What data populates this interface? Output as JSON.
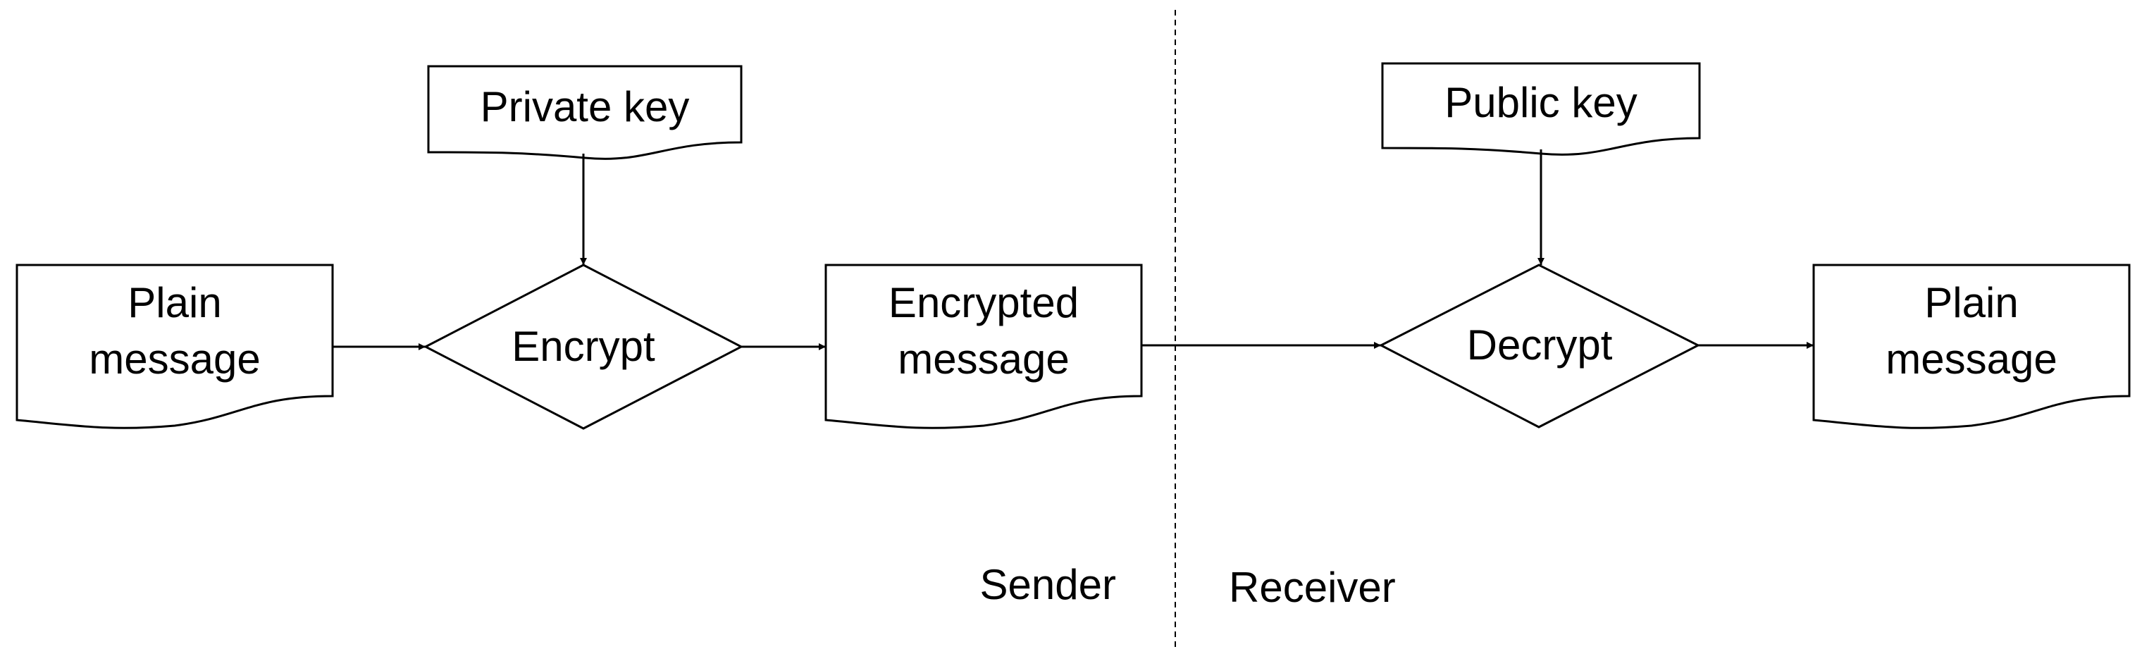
{
  "diagram": {
    "sender_side": {
      "private_key": "Private key",
      "plain_message": [
        "Plain",
        "message"
      ],
      "encrypt": "Encrypt",
      "encrypted_message": [
        "Encrypted",
        "message"
      ],
      "label": "Sender"
    },
    "receiver_side": {
      "public_key": "Public key",
      "decrypt": "Decrypt",
      "plain_message": [
        "Plain",
        "message"
      ],
      "label": "Receiver"
    }
  }
}
